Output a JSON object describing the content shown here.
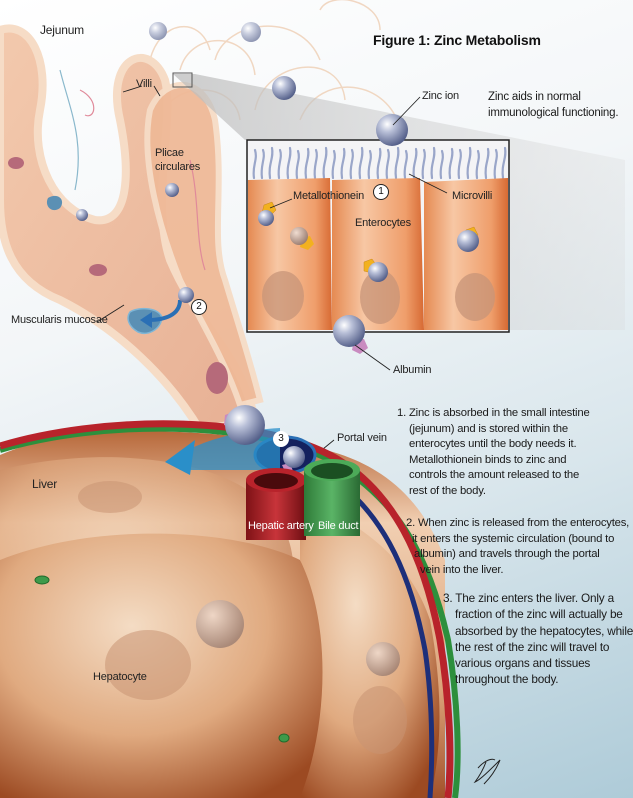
{
  "figure": {
    "title": "Figure 1: Zinc Metabolism",
    "side_note": [
      "Zinc aids in normal",
      "immunological functioning."
    ],
    "signature": "FY"
  },
  "labels": {
    "jejunum": "Jejunum",
    "villi": "Villi",
    "plicae": [
      "Plicae",
      "circulares"
    ],
    "muscularis": "Muscularis mucosae",
    "zinc_ion": "Zinc ion",
    "metallothionein": "Metallothionein",
    "enterocytes": "Enterocytes",
    "microvilli": "Microvilli",
    "albumin": "Albumin",
    "portal_vein": "Portal vein",
    "liver": "Liver",
    "hepatic_artery": "Hepatic artery",
    "bile_duct": "Bile duct",
    "hepatocyte": "Hepatocyte"
  },
  "steps": [
    {
      "number": "1",
      "lines": [
        "1. Zinc is absorbed in the small intestine",
        "(jejunum) and is stored within the",
        "enterocytes until the body needs it.",
        "Metallothionein binds to zinc and",
        "controls the amount released to the",
        "rest of the body."
      ]
    },
    {
      "number": "2",
      "lines": [
        "2. When zinc is released from the enterocytes,",
        "it enters the systemic circulation (bound to",
        "albumin) and travels through the portal",
        "vein into the liver."
      ]
    },
    {
      "number": "3",
      "lines": [
        "3. The zinc enters the liver. Only a",
        "fraction of the zinc will actually be",
        "absorbed by the hepatocytes, while",
        "the rest of the zinc will travel to",
        "various organs and tissues",
        "throughout the body."
      ]
    }
  ],
  "colors": {
    "zinc": "#8e97b8",
    "metallothionein": "#f2b11f",
    "albumin": "#c98bc0",
    "enterocyte": "#e9915c",
    "microvilli": "#9aa6c9",
    "liver": "#c8875a",
    "hepatic_artery": "#b8232b",
    "bile_duct": "#3d9a4a",
    "portal_vein": "#1d2f7a",
    "arrow": "#2a8fc9",
    "intestine": "#efc3a6"
  }
}
